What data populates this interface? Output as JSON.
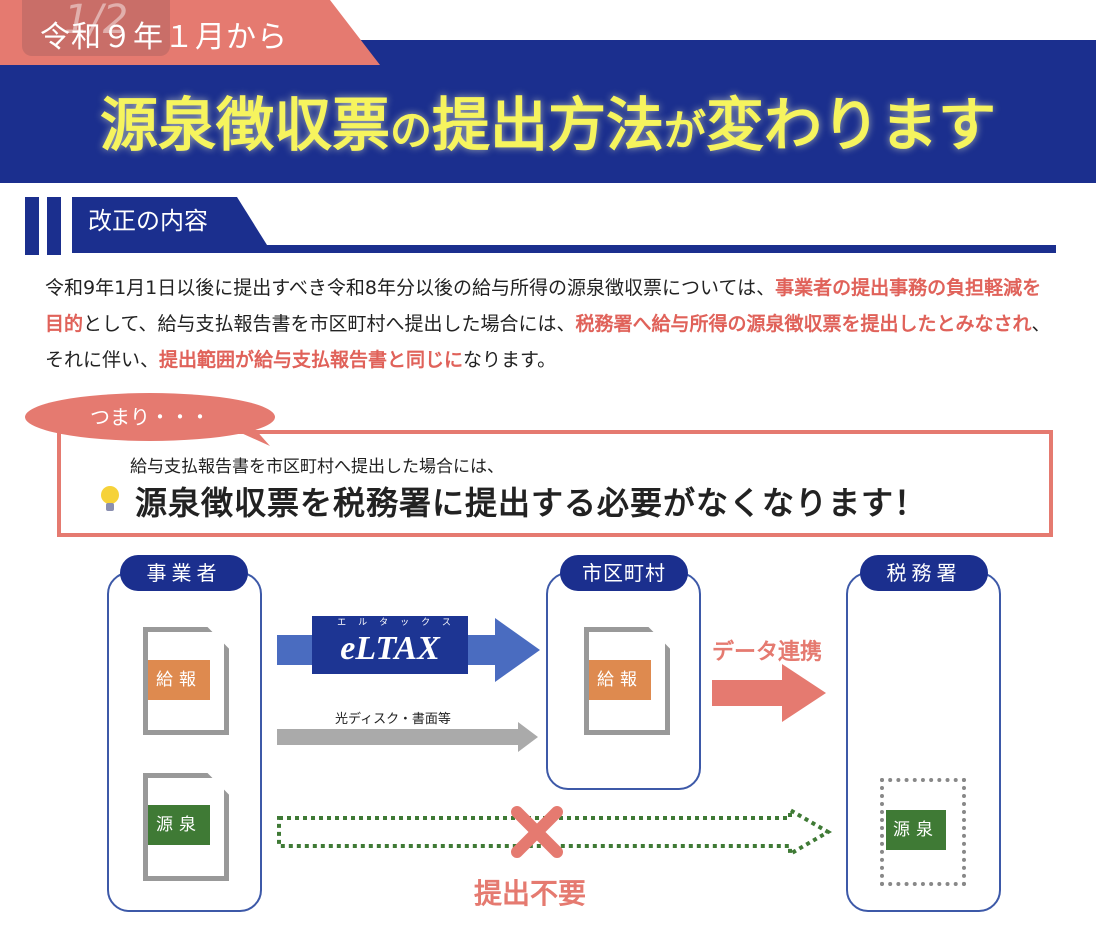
{
  "header": {
    "date_tag": "令和９年１月から",
    "page_indicator": "1/2",
    "title_parts": [
      "源泉徴収票",
      "の",
      "提出方法",
      "が",
      "変わります"
    ]
  },
  "section": {
    "heading": "改正の内容"
  },
  "paragraph": [
    {
      "text": "令和9年1月1日以後に提出すべき令和8年分以後の給与所得の源泉徴収票については、",
      "hl": false
    },
    {
      "text": "事業者の提出事務の負担軽減を目的",
      "hl": true
    },
    {
      "text": "として、給与支払報告書を市区町村へ提出した場合には、",
      "hl": false
    },
    {
      "text": "税務署へ給与所得の源泉徴収票を提出したとみなされ",
      "hl": true
    },
    {
      "text": "、それに伴い、",
      "hl": false
    },
    {
      "text": "提出範囲が給与支払報告書と同じに",
      "hl": true
    },
    {
      "text": "なります。",
      "hl": false
    }
  ],
  "callout": {
    "bubble": "つまり・・・",
    "small": "給与支払報告書を市区町村へ提出した場合には、",
    "big": "源泉徴収票を税務署に提出する必要がなくなります！",
    "icon": "lightbulb-icon"
  },
  "diagram": {
    "entities": {
      "business": "事業者",
      "municipality": "市区町村",
      "tax_office": "税務署"
    },
    "docs": {
      "salary_report": "給報",
      "withholding": "源泉"
    },
    "eltax": {
      "kana": "エルタックス",
      "logo": "eLTAX"
    },
    "paper_route": "光ディスク・書面等",
    "data_link": "データ連携",
    "not_required": "提出不要"
  },
  "colors": {
    "navy": "#1b2f8e",
    "salmon": "#e57a70",
    "title_yellow": "#f6f45e",
    "green": "#3f7a35",
    "orange": "#de8a4f"
  }
}
